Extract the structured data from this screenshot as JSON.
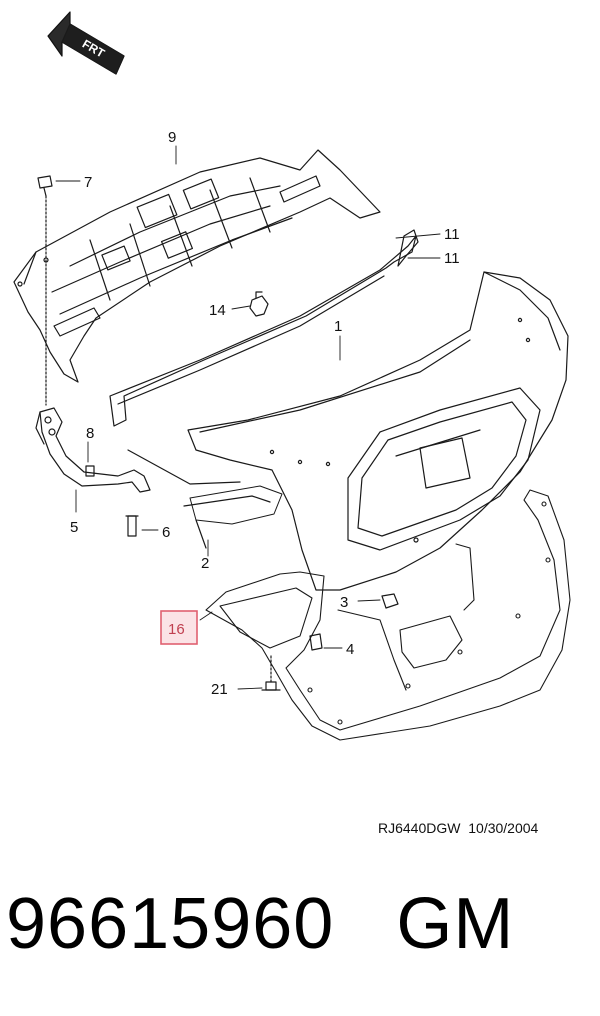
{
  "front_arrow_label": "FRT",
  "callouts": {
    "c1": "1",
    "c2": "2",
    "c3": "3",
    "c4": "4",
    "c5": "5",
    "c6": "6",
    "c7": "7",
    "c8": "8",
    "c9": "9",
    "c11a": "11",
    "c11b": "11",
    "c14": "14",
    "c16": "16",
    "c21": "21"
  },
  "highlight_color": "#e06070",
  "reference": {
    "code": "RJ6440DGW",
    "date": "10/30/2004"
  },
  "part": {
    "number": "96615960",
    "brand": "GM"
  }
}
